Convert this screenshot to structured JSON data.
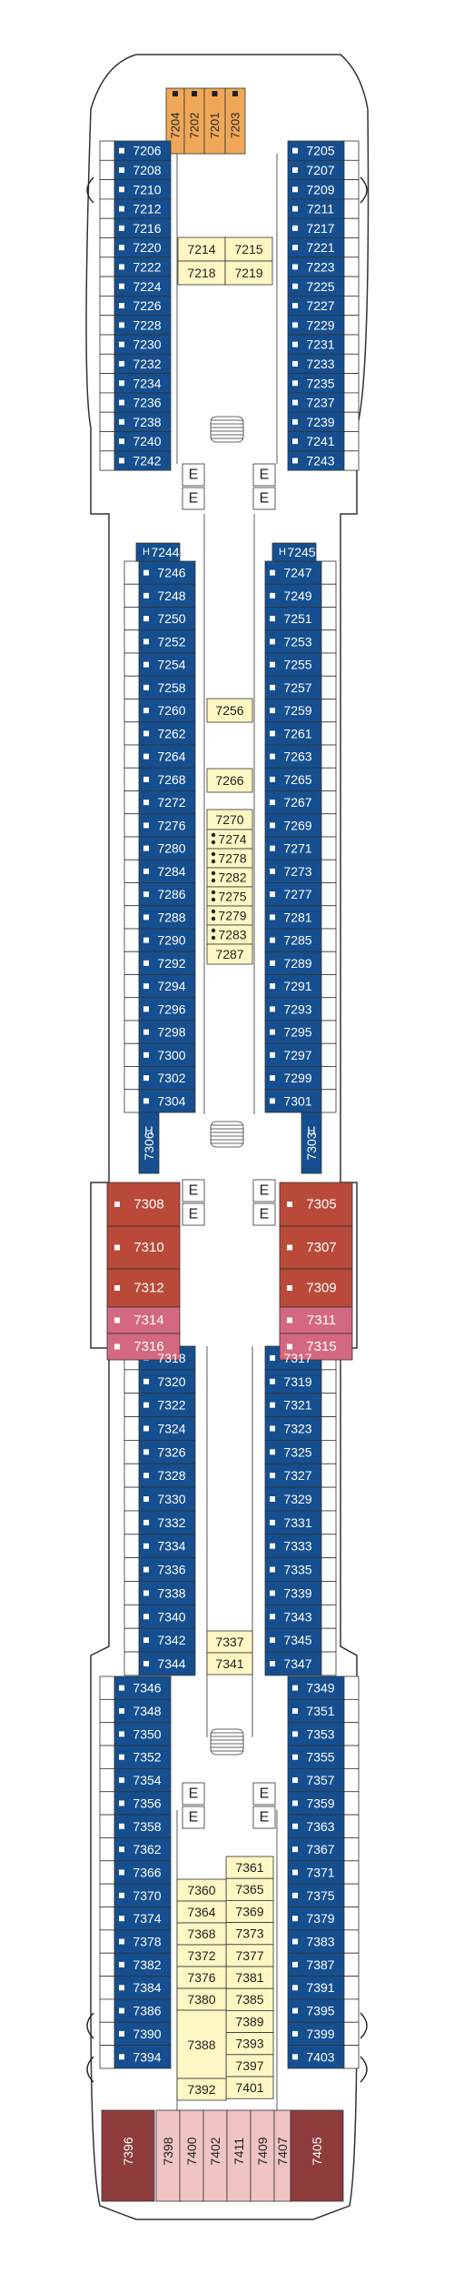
{
  "colors": {
    "balcony": "#154f8f",
    "inside": "#ffffff",
    "suite_red": "#b94a3a",
    "suite_pink": "#d46880",
    "aft_suite": "#8f3c3c",
    "aft_pink": "#f0c4c4",
    "forward_orange": "#f0a858",
    "yellow": "#fdf7c4",
    "line": "#333333"
  },
  "forward_cabins": [
    "7204",
    "7202",
    "7201",
    "7203"
  ],
  "balcony_cabins": {
    "left_fore": [
      "7206",
      "7208",
      "7210",
      "7212",
      "7216",
      "7220",
      "7222",
      "7224",
      "7226",
      "7228",
      "7230",
      "7232",
      "7234",
      "7236",
      "7238",
      "7240",
      "7242"
    ],
    "right_fore": [
      "7205",
      "7207",
      "7209",
      "7211",
      "7217",
      "7221",
      "7223",
      "7225",
      "7227",
      "7229",
      "7231",
      "7233",
      "7235",
      "7237",
      "7239",
      "7241",
      "7243"
    ],
    "left_mid": [
      "7246",
      "7248",
      "7250",
      "7252",
      "7254",
      "7258",
      "7260",
      "7262",
      "7264",
      "7268",
      "7272",
      "7276",
      "7280",
      "7284",
      "7286",
      "7288",
      "7290",
      "7292",
      "7294",
      "7296",
      "7298",
      "7300",
      "7302",
      "7304"
    ],
    "right_mid": [
      "7247",
      "7249",
      "7251",
      "7253",
      "7255",
      "7257",
      "7259",
      "7261",
      "7263",
      "7265",
      "7267",
      "7269",
      "7271",
      "7273",
      "7277",
      "7281",
      "7285",
      "7289",
      "7291",
      "7293",
      "7295",
      "7297",
      "7299",
      "7301"
    ],
    "left_aft1": [
      "7318",
      "7320",
      "7322",
      "7324",
      "7326",
      "7328",
      "7330",
      "7332",
      "7334",
      "7336",
      "7338",
      "7340",
      "7342",
      "7344"
    ],
    "right_aft1": [
      "7317",
      "7319",
      "7321",
      "7323",
      "7325",
      "7327",
      "7329",
      "7331",
      "7333",
      "7335",
      "7339",
      "7343",
      "7345",
      "7347"
    ],
    "left_aft2": [
      "7346",
      "7348",
      "7350",
      "7352",
      "7354",
      "7356",
      "7358",
      "7362",
      "7366",
      "7370",
      "7374",
      "7378",
      "7382",
      "7384",
      "7386",
      "7390",
      "7394"
    ],
    "right_aft2": [
      "7349",
      "7351",
      "7353",
      "7355",
      "7357",
      "7359",
      "7363",
      "7367",
      "7371",
      "7375",
      "7379",
      "7383",
      "7387",
      "7391",
      "7395",
      "7399",
      "7403"
    ]
  },
  "access_cabins": [
    "7244",
    "7245",
    "7306",
    "7303"
  ],
  "access_marker": "H",
  "suites": [
    {
      "label": "7308",
      "tone": "suite_red"
    },
    {
      "label": "7305",
      "tone": "suite_red"
    },
    {
      "label": "7310",
      "tone": "suite_red"
    },
    {
      "label": "7307",
      "tone": "suite_red"
    },
    {
      "label": "7312",
      "tone": "suite_red"
    },
    {
      "label": "7309",
      "tone": "suite_red"
    },
    {
      "label": "7314",
      "tone": "suite_pink"
    },
    {
      "label": "7311",
      "tone": "suite_pink"
    },
    {
      "label": "7316",
      "tone": "suite_pink"
    },
    {
      "label": "7315",
      "tone": "suite_pink"
    }
  ],
  "inside_cabins": {
    "fore": [
      "7214",
      "7215",
      "7218",
      "7219"
    ],
    "mid_single": [
      "7256",
      "7266",
      "7270",
      "7287"
    ],
    "mid_pairs": [
      "7274",
      "7278",
      "7282",
      "7275",
      "7279",
      "7283"
    ],
    "aft_center": [
      "7337",
      "7341"
    ],
    "aft_right": [
      "7361",
      "7365",
      "7369",
      "7373",
      "7377",
      "7381",
      "7385",
      "7389",
      "7393",
      "7397",
      "7401"
    ],
    "aft_left": [
      "7360",
      "7364",
      "7368",
      "7372",
      "7376",
      "7380",
      "7388",
      "7392"
    ]
  },
  "stern_cabins": [
    "7396",
    "7398",
    "7400",
    "7402",
    "7411",
    "7409",
    "7407",
    "7405"
  ],
  "elevator_label": "E"
}
